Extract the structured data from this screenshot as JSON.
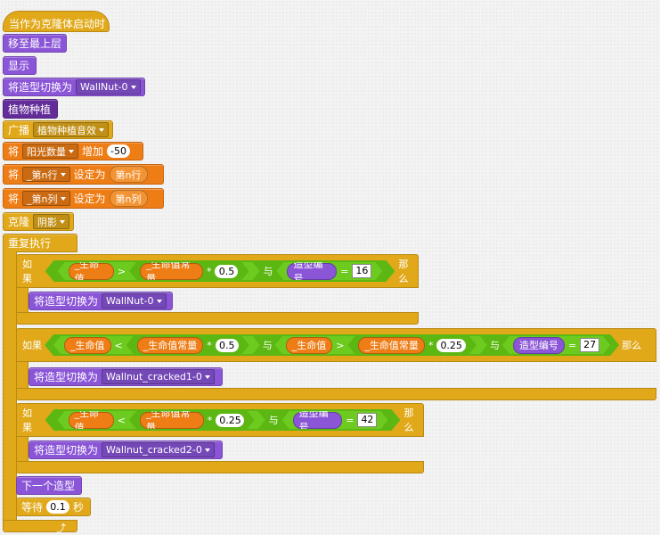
{
  "hat": {
    "label": "当作为克隆体启动时"
  },
  "blocks": {
    "go_front": "移至最上层",
    "show": "显示",
    "switch1": {
      "label": "将造型切换为",
      "value": "WallNut-0"
    },
    "custom": "植物种植",
    "broadcast": {
      "label": "广播",
      "value": "植物种植音效"
    },
    "change_sun": {
      "prefix": "将",
      "var": "阳光数量",
      "mid": "增加",
      "value": "-50"
    },
    "set_row": {
      "prefix": "将",
      "var": "_第n行",
      "mid": "设定为",
      "value": "第n行"
    },
    "set_col": {
      "prefix": "将",
      "var": "_第n列",
      "mid": "设定为",
      "value": "第n列"
    },
    "clone": {
      "label": "克隆",
      "value": "阴影"
    },
    "forever": "重复执行",
    "if1": {
      "if": "如果",
      "hp": "_生命值",
      "op": ">",
      "hpc": "_生命值常量",
      "mul": "*",
      "n": "0.5",
      "and": "与",
      "costume": "造型编号",
      "eq": "=",
      "v": "16",
      "then": "那么",
      "switch_label": "将造型切换为",
      "switch_value": "WallNut-0"
    },
    "if2": {
      "if": "如果",
      "hp": "_生命值",
      "op": "<",
      "hpc": "_生命值常量",
      "mul": "*",
      "n": "0.5",
      "and1": "与",
      "hp2": "_生命值",
      "op2": ">",
      "hpc2": "_生命值常量",
      "mul2": "*",
      "n2": "0.25",
      "and2": "与",
      "costume": "造型编号",
      "eq": "=",
      "v": "27",
      "then": "那么",
      "switch_label": "将造型切换为",
      "switch_value": "Wallnut_cracked1-0"
    },
    "if3": {
      "if": "如果",
      "hp": "_生命值",
      "op": "<",
      "hpc": "_生命值常量",
      "mul": "*",
      "n": "0.25",
      "and": "与",
      "costume": "造型编号",
      "eq": "=",
      "v": "42",
      "then": "那么",
      "switch_label": "将造型切换为",
      "switch_value": "Wallnut_cracked2-0"
    },
    "next_costume": "下一个造型",
    "wait": {
      "label": "等待",
      "value": "0.1",
      "unit": "秒"
    }
  },
  "icons": {
    "loop_arrow": "loop-arrow-icon"
  }
}
